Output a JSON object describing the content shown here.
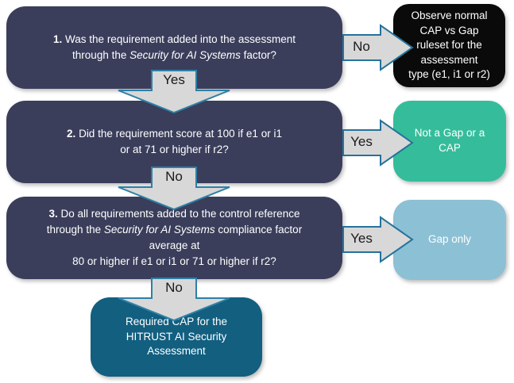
{
  "palette": {
    "navy_box": "#3A3E5B",
    "black_box": "#0A0A0A",
    "teal_box": "#35BD9B",
    "light_blue_box": "#8CC0D5",
    "dark_teal_box": "#125F80",
    "arrow_fill": "#D8D8D8",
    "arrow_stroke_down": "#2E80A5",
    "arrow_stroke_right": "#26729B",
    "box_text": "#FFFFFF",
    "arrow_label_text": "#1A1A1A"
  },
  "flowchart": {
    "q1": {
      "number": "1.",
      "line1": " Was the requirement added into the assessment",
      "line2_pre": "through the ",
      "line2_italic": "Security for AI Systems",
      "line2_post": " factor?"
    },
    "q2": {
      "number": "2.",
      "line1": " Did the requirement score at 100 if e1 or i1",
      "line2": "or at 71 or higher if r2?"
    },
    "q3": {
      "number": "3.",
      "line1": " Do all requirements added to the control reference",
      "line2_pre": "through the ",
      "line2_italic": "Security for AI Systems",
      "line2_post": " compliance factor",
      "line3": "average at",
      "line4": "80 or higher if e1 or i1 or 71 or higher if r2?"
    },
    "outcomes": {
      "observe_normal": "Observe normal\nCAP vs Gap\nruleset for the\nassessment\ntype (e1, i1 or r2)",
      "not_a_gap": "Not a Gap or a\nCAP",
      "gap_only": "Gap only",
      "required_cap": "Required CAP for the\nHITRUST AI Security\nAssessment"
    },
    "labels": {
      "q1_no": "No",
      "q1_yes": "Yes",
      "q2_yes": "Yes",
      "q2_no": "No",
      "q3_yes": "Yes",
      "q3_no": "No"
    }
  }
}
